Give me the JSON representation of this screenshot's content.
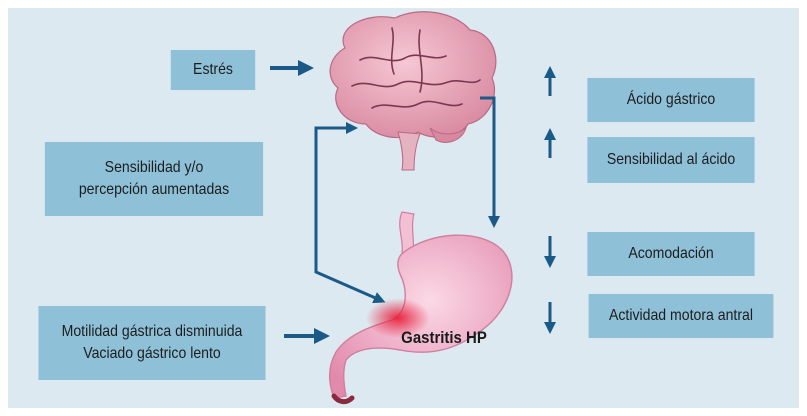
{
  "boxes": {
    "estres": "Estrés",
    "sensibilidad_percepcion": "Sensibilidad y/o\npercepción aumentadas",
    "motilidad": "Motilidad gástrica disminuida\nVaciado gástrico lento",
    "acido_gastrico": "Ácido gástrico",
    "sensibilidad_acido": "Sensibilidad al ácido",
    "acomodacion": "Acomodación",
    "actividad_motora": "Actividad motora antral"
  },
  "stomach_label": "Gastritis HP",
  "indicators": {
    "acido_gastrico": "up",
    "sensibilidad_acido": "up",
    "acomodacion": "down",
    "actividad_motora": "down"
  },
  "colors": {
    "background": "#dde9f1",
    "box": "#8ec0d8",
    "arrow": "#1b5a86",
    "brain": "#e9a3b7",
    "stomach": "#f1b3cb",
    "lesion": "#e8203c"
  }
}
